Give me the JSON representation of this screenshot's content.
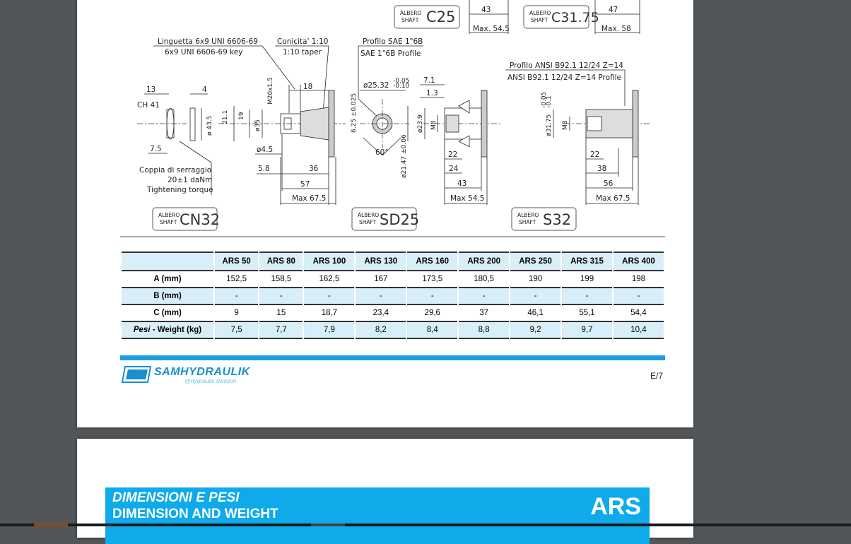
{
  "drawing": {
    "top_shaft_left": {
      "code": "C25",
      "dims": [
        "43",
        "Max. 54.5"
      ]
    },
    "top_shaft_right": {
      "code": "C31.75",
      "dims": [
        "47",
        "Max. 58"
      ]
    },
    "shaft_label_small_1": "ALBERO",
    "shaft_label_small_2": "SHAFT",
    "cn32": {
      "code": "CN32",
      "key_it": "Linguetta 6x9 UNI 6606-69",
      "key_en": "6x9 UNI 6606-69 key",
      "taper_it": "Conicita' 1:10",
      "taper_en": "1:10 taper",
      "torque_it": "Coppia di serraggio",
      "torque_val": "20±1 daNm",
      "torque_en": "Tightening torque",
      "dims": [
        "13",
        "4",
        "CH 41",
        "7.5",
        "18",
        "M20x1.5",
        "21.1",
        "19",
        "ø 43.5",
        "ø35",
        "ø4.5",
        "5.8",
        "36",
        "57",
        "Max 67.5"
      ]
    },
    "sd25": {
      "code": "SD25",
      "profile_it": "Profilo SAE 1\"6B",
      "profile_en": "SAE 1\"6B Profile",
      "dims": [
        "ø25.32",
        "-0.05",
        "-0.10",
        "6.25 ±0.025",
        "60°",
        "ø21.47 ±0.06",
        "7.1",
        "1.3",
        "ø23.9",
        "M8",
        "22",
        "24",
        "43",
        "Max 54.5"
      ]
    },
    "s32": {
      "code": "S32",
      "profile_it": "Profilo ANSI B92.1 12/24 Z=14",
      "profile_en": "ANSI B92.1 12/24 Z=14 Profile",
      "dims": [
        "ø31.75",
        "-0.05",
        "-0.1",
        "M8",
        "22",
        "38",
        "56",
        "Max 67.5"
      ]
    }
  },
  "table": {
    "headers": [
      "ARS 50",
      "ARS 80",
      "ARS 100",
      "ARS 130",
      "ARS 160",
      "ARS 200",
      "ARS 250",
      "ARS 315",
      "ARS 400"
    ],
    "rows": [
      {
        "label": "A (mm)",
        "values": [
          "152,5",
          "158,5",
          "162,5",
          "167",
          "173,5",
          "180,5",
          "190",
          "199",
          "198"
        ]
      },
      {
        "label": "B (mm)",
        "values": [
          "-",
          "-",
          "-",
          "-",
          "-",
          "-",
          "-",
          "-",
          "-"
        ]
      },
      {
        "label": "C (mm)",
        "values": [
          "9",
          "15",
          "18,7",
          "23,4",
          "29,6",
          "37",
          "46,1",
          "55,1",
          "54,4"
        ]
      },
      {
        "label_it": "Pesi",
        "label_en": " - Weight (kg)",
        "values": [
          "7,5",
          "7,7",
          "7,9",
          "8,2",
          "8,4",
          "8,8",
          "9,2",
          "9,7",
          "10,4"
        ]
      }
    ]
  },
  "footer": {
    "brand": "SAMHYDRAULIK",
    "sub": "@hydraulic division",
    "page": "E/7"
  },
  "page2": {
    "title_it": "DIMENSIONI E PESI",
    "title_en": "DIMENSION AND WEIGHT",
    "code": "ARS"
  },
  "colors": {
    "accent": "#1aa0e0",
    "table_fill": "#d8eef8",
    "viewer_bg": "#525659"
  }
}
